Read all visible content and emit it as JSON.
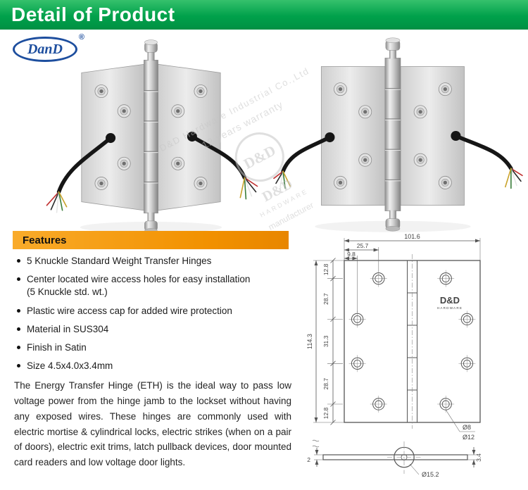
{
  "header": {
    "title": "Detail of Product"
  },
  "logo": {
    "name": "DanD",
    "registered": "®"
  },
  "watermark": {
    "company": "D&D Hardware Industrial Co.,Ltd",
    "warranty": "12 years warranty",
    "brand": "D&D",
    "brand_sub": "HARDWARE",
    "role": "manufacturer"
  },
  "features": {
    "heading": "Features",
    "items": [
      {
        "text": "5 Knuckle Standard Weight Transfer Hinges"
      },
      {
        "text": "Center located wire access holes for easy installation",
        "sub": "(5 Knuckle std. wt.)"
      },
      {
        "text": "Plastic wire access cap for added wire protection"
      },
      {
        "text": "Material in SUS304"
      },
      {
        "text": "Finish in Satin"
      },
      {
        "text": "Size 4.5x4.0x3.4mm"
      }
    ]
  },
  "description": "The Energy Transfer Hinge (ETH) is the ideal way to pass low voltage power from the hinge jamb to the lockset without having any exposed wires. These hinges are commonly used with electric mortise & cylindrical locks, electric strikes (when on a pair of doors), electric exit trims, latch pullback devices, door mounted card readers and low voltage door lights.",
  "drawing": {
    "brand": "D&D",
    "brand_sub": "HARDWARE",
    "dims": {
      "overall_width": "101.6",
      "hole_col_far": "25.7",
      "hole_col_near": "9.8",
      "row_top": "12.8",
      "row_second": "28.7",
      "row_middle": "31.3",
      "row_fourth": "28.7",
      "row_bottom": "12.8",
      "overall_height": "114.3",
      "hole_inner_dia": "Ø8",
      "hole_outer_dia": "Ø12",
      "knuckle_dia": "Ø15.2",
      "leaf_thickness": "3.4",
      "edge_gap": "2"
    }
  },
  "colors": {
    "header_green": "#00a14b",
    "features_orange": "#f29100",
    "logo_blue": "#1d4e9e"
  }
}
